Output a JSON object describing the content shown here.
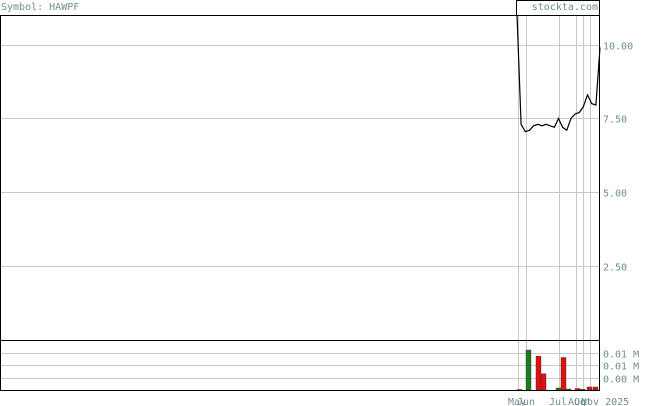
{
  "header": {
    "symbol_label": "Symbol: HAWPF",
    "brand": "stockta.com"
  },
  "colors": {
    "up_volume": "#1f7a1f",
    "down_volume": "#e01010",
    "price_line": "#000000",
    "grid": "#c8c8c8",
    "label": "#6f8f8f"
  },
  "chart_data": [
    {
      "type": "line",
      "title": "",
      "ylim": [
        0,
        11
      ],
      "yticks": [
        {
          "value": 10.0,
          "label": "10.00"
        },
        {
          "value": 7.5,
          "label": "7.50"
        },
        {
          "value": 5.0,
          "label": "5.00"
        },
        {
          "value": 2.5,
          "label": "2.50"
        }
      ],
      "series": [
        {
          "values": [
            11.0,
            7.3,
            7.05,
            7.1,
            7.25,
            7.3,
            7.25,
            7.3,
            7.25,
            7.2,
            7.5,
            7.2,
            7.1,
            7.5,
            7.65,
            7.7,
            7.9,
            8.3,
            8.0,
            7.95,
            9.9
          ]
        }
      ]
    },
    {
      "type": "bar",
      "title": "",
      "ylim": [
        0,
        0.02
      ],
      "yticks": [
        {
          "value": 0.015,
          "label": "0.01 M"
        },
        {
          "value": 0.01,
          "label": "0.01 M"
        },
        {
          "value": 0.005,
          "label": "0.00 M"
        }
      ],
      "xticks": [
        "May",
        "Jun",
        "Jul",
        "Aug",
        "Oct",
        "Nov 2025"
      ],
      "bars": [
        {
          "value": 0.0002,
          "dir": "down"
        },
        {
          "value": 0.016,
          "dir": "up"
        },
        {
          "value": 0.0135,
          "dir": "down"
        },
        {
          "value": 0.0065,
          "dir": "down"
        },
        {
          "value": 0.0008,
          "dir": "up"
        },
        {
          "value": 0.013,
          "dir": "down"
        },
        {
          "value": 0.0004,
          "dir": "down"
        },
        {
          "value": 0.0006,
          "dir": "down"
        },
        {
          "value": 0.0003,
          "dir": "up"
        },
        {
          "value": 0.0012,
          "dir": "down"
        },
        {
          "value": 0.0012,
          "dir": "down"
        }
      ]
    }
  ]
}
